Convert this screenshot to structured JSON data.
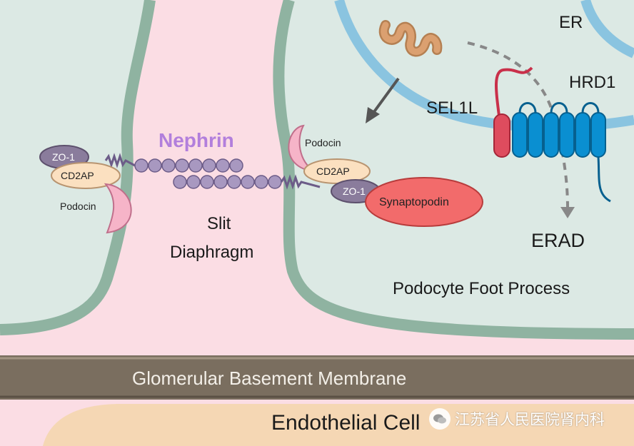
{
  "labels": {
    "er": "ER",
    "hrd1": "HRD1",
    "sel1l": "SEL1L",
    "erad": "ERAD",
    "nephrin": "Nephrin",
    "slit_diaphragm_line1": "Slit",
    "slit_diaphragm_line2": "Diaphragm",
    "podocyte_foot_process": "Podocyte Foot Process",
    "glomerular_basement_membrane": "Glomerular Basement Membrane",
    "endothelial_cell": "Endothelial Cell",
    "left_complex": {
      "zo1": "ZO-1",
      "cd2ap": "CD2AP",
      "podocin": "Podocin"
    },
    "right_complex": {
      "podocin": "Podocin",
      "cd2ap": "CD2AP",
      "zo1": "ZO-1",
      "synaptopodin": "Synaptopodin"
    }
  },
  "watermark": {
    "text": "江苏省人民医院肾内科"
  },
  "colors": {
    "cytoplasm": "#dce9e4",
    "membrane": "#8fb3a1",
    "slit_space": "#fbdde4",
    "gbm": "#7a6e5f",
    "endothelium": "#f5d7b4",
    "er_membrane": "#8ac4e0",
    "nephrin": "#a898c0",
    "hrd1": "#0a8fd1",
    "sel1l": "#de4c5e",
    "synaptopodin": "#f26b6b",
    "cd2ap": "#fbe0c0",
    "zo1": "#8a7c9c",
    "podocin": "#f6b4c8",
    "misfolded_protein": "#dba070"
  }
}
